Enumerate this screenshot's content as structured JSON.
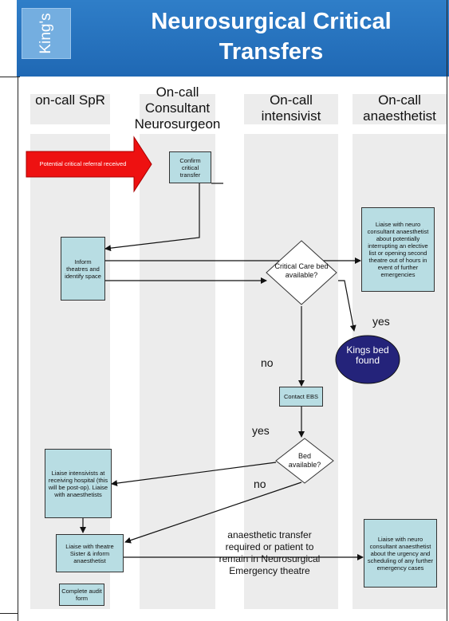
{
  "header": {
    "logo_text": "King's",
    "title": "Neurosurgical Critical Transfers"
  },
  "lanes": [
    {
      "id": "spr",
      "label": "on-call SpR"
    },
    {
      "id": "consultant",
      "label": "On-call Consultant Neurosurgeon"
    },
    {
      "id": "intensivist",
      "label": "On-call intensivist"
    },
    {
      "id": "anaesthetist",
      "label": "On-call anaesthetist"
    }
  ],
  "nodes": {
    "referral": "Potential critical referral received",
    "confirm": "Confirm critical transfer",
    "inform_theatres": "Inform theatres and identify space",
    "liaise_neuro_1": "Liaise with neuro consultant anaesthetist about potentially interrupting an elective list or opening second theatre out of hours in event of further emergencies",
    "critical_care_decision": "Critical Care bed available?",
    "kings_bed": "Kings bed found",
    "contact_ebs": "Contact EBS",
    "bed_decision": "Bed available?",
    "liaise_intensivists": "Liaise intensivists at receiving hospital (this will be post-op). Liaise with anaesthetists",
    "liaise_theatre": "Liaise with theatre Sister & inform anaesthetist",
    "complete_audit": "Complete audit form",
    "liaise_neuro_2": "Liaise with neuro consultant anaesthetist about the urgency and scheduling of any further emergency cases"
  },
  "edge_labels": {
    "yes_1": "yes",
    "no_1": "no",
    "yes_2": "yes",
    "no_2": "no",
    "anaesthetic_transfer": "anaesthetic transfer required or patient to remain in Neurosurgical Emergency theatre"
  },
  "colors": {
    "header_blue": "#2f7ec8",
    "lane_grey": "#ececec",
    "box_fill": "#b8dde3",
    "referral_red": "#ee1111",
    "kings_bed_fill": "#24237a"
  }
}
